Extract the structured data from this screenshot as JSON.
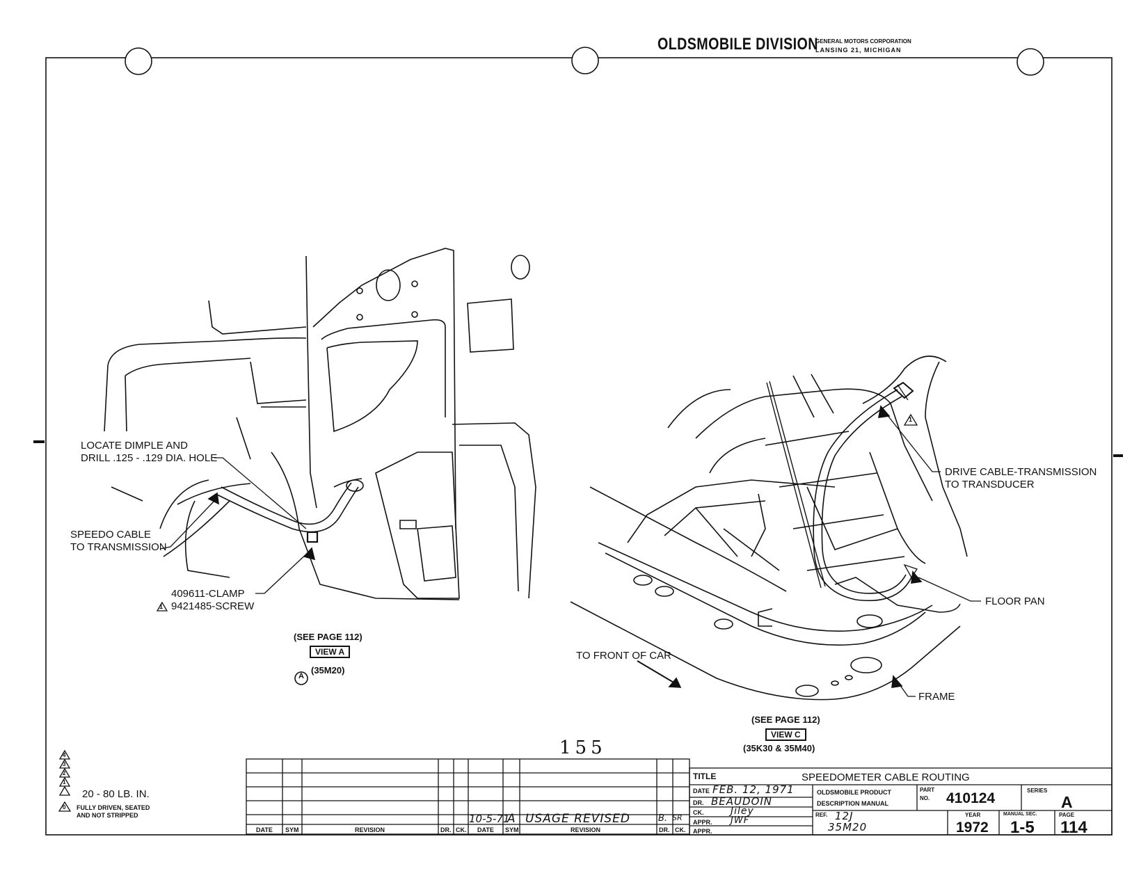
{
  "header": {
    "division": "OLDSMOBILE DIVISION",
    "corp_line1": "GENERAL MOTORS CORPORATION",
    "corp_line2": "LANSING 21, MICHIGAN"
  },
  "left_view": {
    "callouts": [
      {
        "id": "dimple1",
        "text": "LOCATE DIMPLE AND"
      },
      {
        "id": "dimple2",
        "text": "DRILL .125 - .129 DIA. HOLE"
      },
      {
        "id": "speedo1",
        "text": "SPEEDO CABLE"
      },
      {
        "id": "speedo2",
        "text": "TO TRANSMISSION"
      },
      {
        "id": "clamp",
        "text": "409611-CLAMP"
      },
      {
        "id": "screw",
        "text": "9421485-SCREW"
      }
    ],
    "screw_flag": "1",
    "see_page": "(SEE PAGE 112)",
    "view_label": "VIEW A",
    "model_marker": "A",
    "model": "(35M20)"
  },
  "right_view": {
    "callouts": [
      {
        "id": "drive1",
        "text": "DRIVE CABLE-TRANSMISSION"
      },
      {
        "id": "drive2",
        "text": "TO TRANSDUCER"
      },
      {
        "id": "floor",
        "text": "FLOOR PAN"
      },
      {
        "id": "frame",
        "text": "FRAME"
      },
      {
        "id": "front",
        "text": "TO FRONT OF CAR"
      }
    ],
    "flag": "1",
    "see_page": "(SEE PAGE 112)",
    "view_label": "VIEW C",
    "model": "(35K30 & 35M40)"
  },
  "page_number_center": "155",
  "legend": {
    "flags": [
      "4",
      "3",
      "2",
      "1",
      "0"
    ],
    "torque": "20 - 80 LB. IN.",
    "note1": "FULLY DRIVEN, SEATED",
    "note2": "AND NOT STRIPPED"
  },
  "revision_table": {
    "headers_left": [
      "DATE",
      "SYM",
      "REVISION",
      "DR.",
      "CK."
    ],
    "headers_right": [
      "DATE",
      "SYM",
      "REVISION",
      "DR.",
      "CK."
    ],
    "entry": {
      "date": "10-5-71",
      "sym": "A",
      "revision": "USAGE REVISED",
      "dr": "B.",
      "ck": "SR"
    }
  },
  "title_block": {
    "title_label": "TITLE",
    "title": "SPEEDOMETER CABLE ROUTING",
    "date_label": "DATE",
    "date_value": "FEB. 12, 1971",
    "dr_label": "DR.",
    "dr_value": "BEAUDOIN",
    "ck_label": "CK.",
    "ck_value": "Jiley",
    "appr_label": "APPR.",
    "appr_value": "JWF",
    "appr2_label": "APPR.",
    "manual1": "OLDSMOBILE PRODUCT",
    "manual2": "DESCRIPTION MANUAL",
    "part_label1": "PART",
    "part_label2": "NO.",
    "part_no": "410124",
    "series_label": "SERIES",
    "series": "A",
    "ref_label": "REF.",
    "ref1": "12J",
    "ref2": "35M20",
    "year_label": "YEAR",
    "year": "1972",
    "manual_sec_label": "MANUAL SEC.",
    "manual_sec": "1-5",
    "page_label": "PAGE",
    "page": "114"
  }
}
